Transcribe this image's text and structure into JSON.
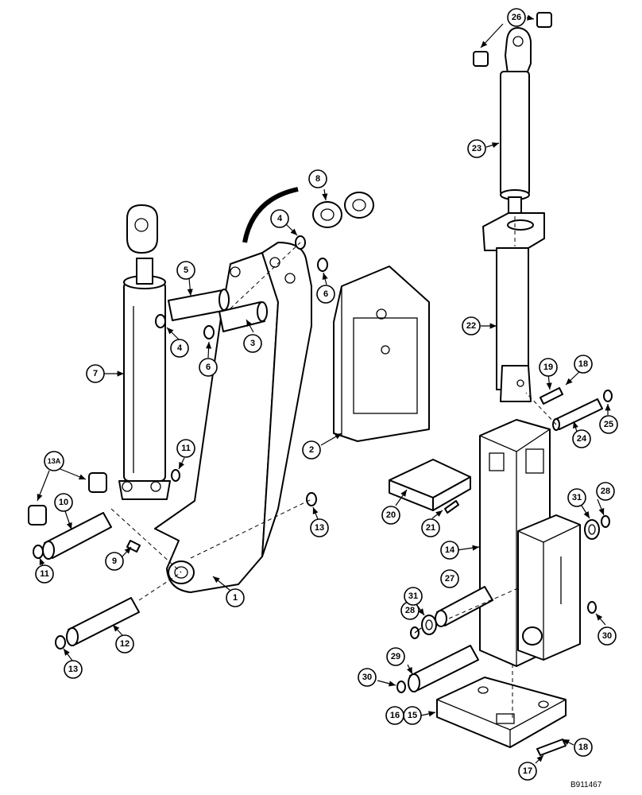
{
  "drawing_ref": "B911467",
  "callouts": [
    "1",
    "2",
    "3",
    "4",
    "4",
    "5",
    "6",
    "6",
    "7",
    "8",
    "9",
    "10",
    "11",
    "11",
    "12",
    "13",
    "13",
    "13A",
    "14",
    "15",
    "16",
    "17",
    "18",
    "18",
    "19",
    "20",
    "21",
    "22",
    "23",
    "24",
    "25",
    "26",
    "27",
    "28",
    "28",
    "29",
    "30",
    "30",
    "31",
    "31"
  ]
}
